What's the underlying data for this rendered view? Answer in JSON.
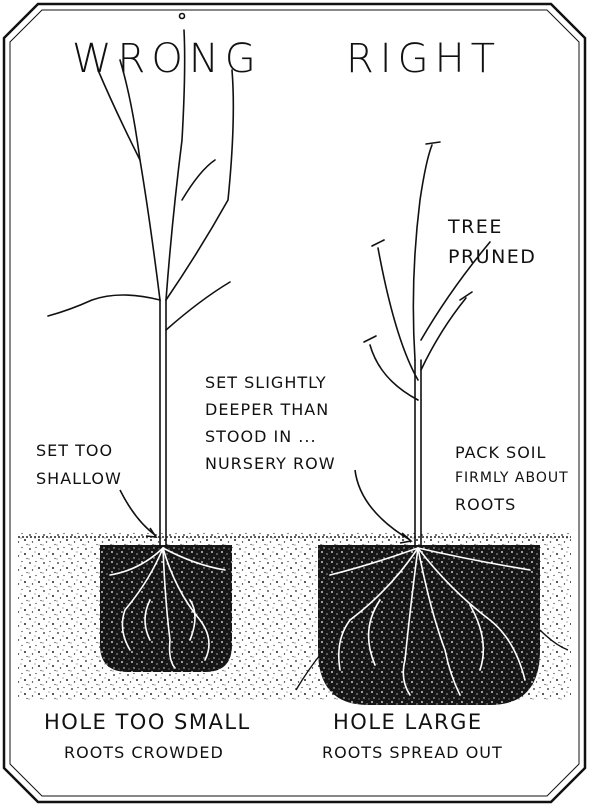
{
  "headings": {
    "wrong": "WRONG",
    "right": "RIGHT"
  },
  "notes": {
    "tree_pruned": [
      "TREE",
      "PRUNED"
    ],
    "set_too_shallow": [
      "SET TOO",
      "SHALLOW"
    ],
    "set_deeper": [
      "SET SLIGHTLY",
      "DEEPER THAN",
      "STOOD IN ...",
      "NURSERY ROW"
    ],
    "pack_soil": [
      "PACK SOIL",
      "FIRMLY ABOUT",
      "ROOTS"
    ]
  },
  "captions": {
    "left": {
      "line1": "HOLE TOO SMALL",
      "line2": "ROOTS CROWDED"
    },
    "right": {
      "line1": "HOLE  LARGE",
      "line2": "ROOTS SPREAD OUT"
    }
  }
}
